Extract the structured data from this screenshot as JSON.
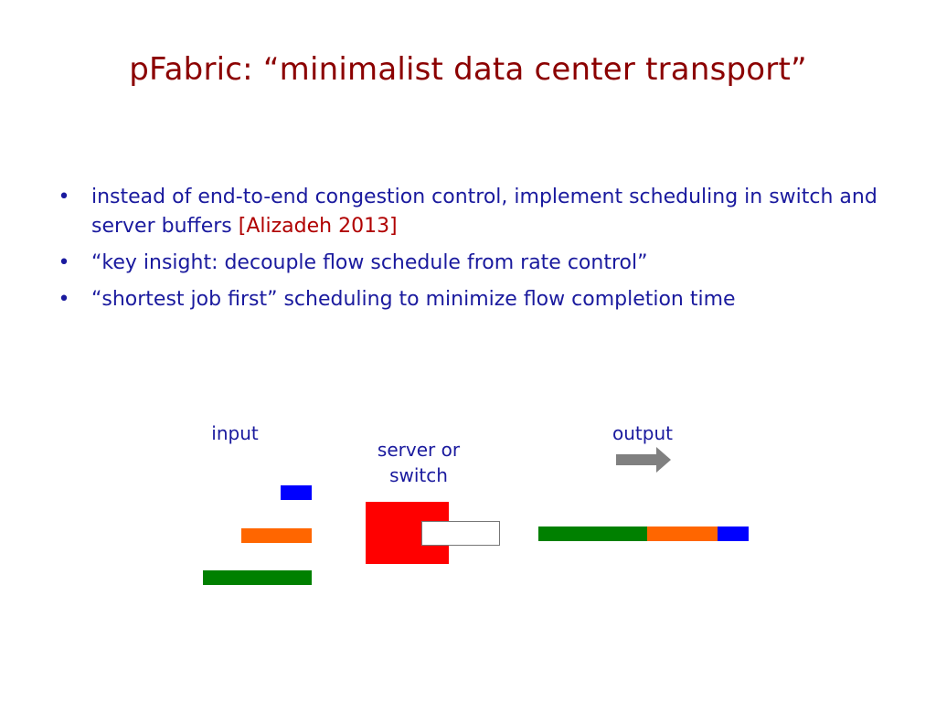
{
  "slide": {
    "title": "pFabric: “minimalist data center transport”",
    "bullets": [
      {
        "text": "instead of end-to-end congestion control, implement scheduling in switch and server buffers ",
        "citation": "[Alizadeh 2013]"
      },
      {
        "text": "“key insight: decouple flow schedule from rate control”"
      },
      {
        "text": "“shortest job first” scheduling to minimize flow completion time"
      }
    ]
  },
  "diagram": {
    "input_label": "input",
    "device_label_line1": "server or",
    "device_label_line2": "switch",
    "output_label": "output",
    "colors": {
      "blue": "#0000ff",
      "orange": "#ff6600",
      "green": "#008000",
      "red": "#ff0000",
      "arrow": "#808080",
      "text": "#1a1a9e",
      "title": "#8B0000",
      "citation": "#B00000"
    },
    "icons": [
      "right-arrow-icon"
    ]
  }
}
